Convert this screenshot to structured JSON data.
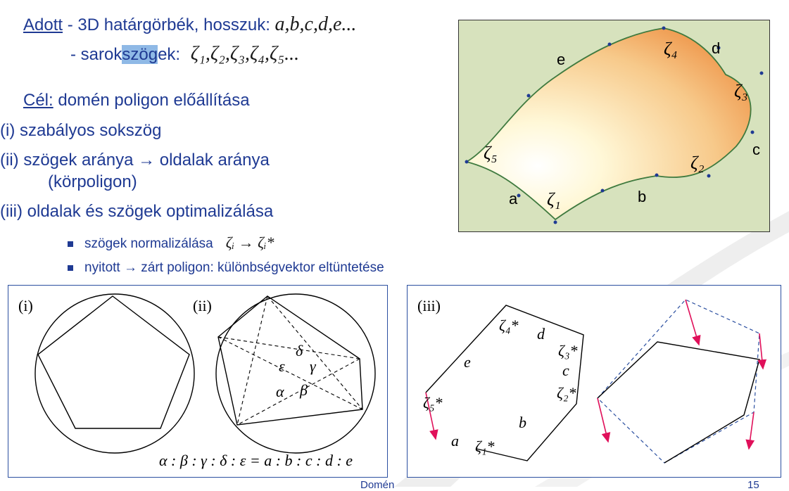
{
  "colors": {
    "text": "#1f3a93",
    "panel_border": "#2b4fa0",
    "figure_bg": "#d7e2bd",
    "surface_orange": "#f0a050",
    "red_arrow": "#e0105a",
    "dashed_blue": "#2b4fa0"
  },
  "header": {
    "adott_label": "Adott",
    "adott_text": " - 3D határgörbék, hosszuk: ",
    "adott_math": "a,b,c,d,e...",
    "sarok_prefix": "- sarok",
    "sarok_highlight": "szög",
    "sarok_suffix": "ek: ",
    "sarok_math": "ζ₁,ζ₂,ζ₃,ζ₄,ζ₅..."
  },
  "goal": {
    "label": "Cél:",
    "text": " domén poligon előállítása",
    "items": [
      "(i)  szabályos sokszög",
      "(ii) szögek aránya → oldalak aránya",
      "(körpoligon)",
      "(iii) oldalak és szögek optimalizálása"
    ],
    "bullets": [
      "szögek normalizálása",
      "nyitott → zárt poligon: különbségvektor eltüntetése"
    ],
    "bullet1_math": "ζᵢ → ζᵢ*"
  },
  "figure": {
    "edge_labels": [
      "e",
      "d",
      "c",
      "b",
      "a"
    ],
    "corner_labels": [
      "ζ₄",
      "ζ₃",
      "ζ₂",
      "ζ₁",
      "ζ₅"
    ]
  },
  "panel_left": {
    "label_i": "(i)",
    "label_ii": "(ii)",
    "angles": [
      "δ",
      "ε",
      "γ",
      "α",
      "β"
    ],
    "ratio": "α : β : γ : δ : ε = a : b : c : d : e"
  },
  "panel_right": {
    "label_iii": "(iii)",
    "side_labels": [
      "d",
      "e",
      "c",
      "b",
      "a"
    ],
    "corner_labels": [
      "ζ₄*",
      "ζ₃*",
      "ζ₅*",
      "ζ₂*",
      "ζ₁*"
    ]
  },
  "footer": {
    "title": "Domén",
    "page": "15"
  }
}
